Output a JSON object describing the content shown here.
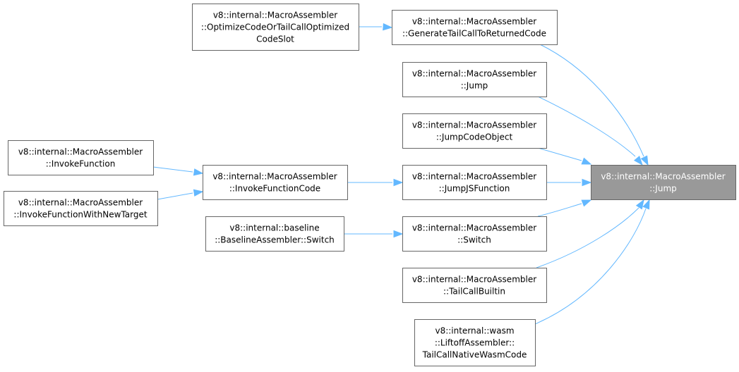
{
  "diagram": {
    "kind": "call-graph",
    "colors": {
      "edge": "#63b8ff",
      "node_border": "#666666",
      "node_fill": "#ffffff",
      "highlight_fill": "#999999",
      "highlight_text": "#ffffff"
    },
    "nodes": [
      {
        "id": "jump_target",
        "lines": [
          "v8::internal::MacroAssembler",
          "::Jump"
        ],
        "highlight": true
      },
      {
        "id": "gen_tail_call",
        "lines": [
          "v8::internal::MacroAssembler",
          "::GenerateTailCallToReturnedCode"
        ]
      },
      {
        "id": "optimize_code",
        "lines": [
          "v8::internal::MacroAssembler",
          "::OptimizeCodeOrTailCallOptimized",
          "CodeSlot"
        ]
      },
      {
        "id": "jump_overload",
        "lines": [
          "v8::internal::MacroAssembler",
          "::Jump"
        ]
      },
      {
        "id": "jump_code_object",
        "lines": [
          "v8::internal::MacroAssembler",
          "::JumpCodeObject"
        ]
      },
      {
        "id": "jump_js_function",
        "lines": [
          "v8::internal::MacroAssembler",
          "::JumpJSFunction"
        ]
      },
      {
        "id": "invoke_function_code",
        "lines": [
          "v8::internal::MacroAssembler",
          "::InvokeFunctionCode"
        ]
      },
      {
        "id": "invoke_function",
        "lines": [
          "v8::internal::MacroAssembler",
          "::InvokeFunction"
        ]
      },
      {
        "id": "invoke_function_new_target",
        "lines": [
          "v8::internal::MacroAssembler",
          "::InvokeFunctionWithNewTarget"
        ]
      },
      {
        "id": "switch",
        "lines": [
          "v8::internal::MacroAssembler",
          "::Switch"
        ]
      },
      {
        "id": "baseline_switch",
        "lines": [
          "v8::internal::baseline",
          "::BaselineAssembler::Switch"
        ]
      },
      {
        "id": "tail_call_builtin",
        "lines": [
          "v8::internal::MacroAssembler",
          "::TailCallBuiltin"
        ]
      },
      {
        "id": "tail_call_native_wasm",
        "lines": [
          "v8::internal::wasm",
          "::LiftoffAssembler::",
          "TailCallNativeWasmCode"
        ]
      }
    ],
    "edges": [
      {
        "from": "optimize_code",
        "to": "gen_tail_call"
      },
      {
        "from": "gen_tail_call",
        "to": "jump_target"
      },
      {
        "from": "jump_overload",
        "to": "jump_target"
      },
      {
        "from": "jump_code_object",
        "to": "jump_target"
      },
      {
        "from": "jump_js_function",
        "to": "jump_target"
      },
      {
        "from": "invoke_function_code",
        "to": "jump_js_function"
      },
      {
        "from": "invoke_function",
        "to": "invoke_function_code"
      },
      {
        "from": "invoke_function_new_target",
        "to": "invoke_function_code"
      },
      {
        "from": "switch",
        "to": "jump_target"
      },
      {
        "from": "baseline_switch",
        "to": "switch"
      },
      {
        "from": "tail_call_builtin",
        "to": "jump_target"
      },
      {
        "from": "tail_call_native_wasm",
        "to": "jump_target"
      }
    ]
  }
}
